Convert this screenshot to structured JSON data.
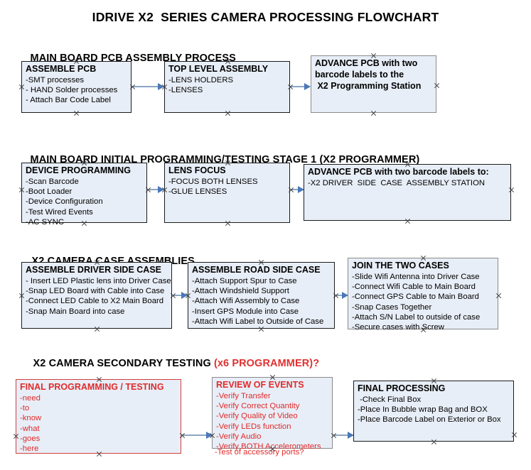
{
  "document": {
    "title": "IDRIVE X2  SERIES CAMERA PROCESSING FLOWCHART"
  },
  "sections": [
    {
      "id": "main-board-pcb-assembly",
      "heading": "MAIN BOARD PCB ASSEMBLY PROCESS",
      "heading_accent": "",
      "nodes": [
        {
          "id": "assemble-pcb",
          "title": "ASSEMBLE PCB",
          "lines": [
            "-SMT processes",
            "- HAND Solder processes",
            "- Attach Bar Code Label"
          ]
        },
        {
          "id": "top-level-assembly",
          "title": "TOP LEVEL ASSEMBLY",
          "lines": [
            "-LENS HOLDERS",
            "-LENSES"
          ]
        },
        {
          "id": "advance-pcb-to-programming-station",
          "title": "ADVANCE PCB with two",
          "lines": [
            "barcode labels to the",
            " X2 Programming Station"
          ]
        }
      ]
    },
    {
      "id": "main-board-initial-programming",
      "heading": "MAIN BOARD INITIAL PROGRAMMING/TESTING STAGE 1 (X2 PROGRAMMER)",
      "heading_accent": "",
      "nodes": [
        {
          "id": "device-programming",
          "title": "DEVICE PROGRAMMING",
          "lines": [
            "-Scan Barcode",
            "-Boot Loader",
            "-Device Configuration",
            "-Test Wired Events",
            "-AC SYNC"
          ]
        },
        {
          "id": "lens-focus",
          "title": "LENS FOCUS",
          "lines": [
            "-FOCUS BOTH LENSES",
            "-GLUE LENSES"
          ]
        },
        {
          "id": "advance-pcb-to-driver-side-case",
          "title": "ADVANCE PCB with two barcode labels to:",
          "lines": [
            "-X2 DRIVER  SIDE  CASE  ASSEMBLY STATION"
          ]
        }
      ]
    },
    {
      "id": "x2-camera-case-assemblies",
      "heading": "X2 CAMERA CASE ASSEMBLIES",
      "heading_accent": "",
      "nodes": [
        {
          "id": "assemble-driver-side-case",
          "title": "ASSEMBLE DRIVER SIDE CASE",
          "lines": [
            "- Insert LED Plastic lens into Driver Case",
            "-Snap LED Board with Cable into Case",
            "-Connect LED Cable to X2 Main Board",
            "-Snap Main Board into case"
          ]
        },
        {
          "id": "assemble-road-side-case",
          "title": "ASSEMBLE ROAD SIDE CASE",
          "lines": [
            "-Attach Support Spur to Case",
            "-Attach Windshield Support",
            "-Attach Wifi Assembly to Case",
            "-Insert GPS Module into Case",
            "-Attach Wifi Label to Outside of Case"
          ]
        },
        {
          "id": "join-the-two-cases",
          "title": "JOIN THE TWO CASES",
          "lines": [
            "-Slide Wifi Antenna into Driver Case",
            "-Connect Wifi Cable to Main Board",
            "-Connect GPS Cable to Main Board",
            "-Snap Cases Together",
            "-Attach S/N Label to outside of case",
            "-Secure cases with Screw"
          ]
        }
      ]
    },
    {
      "id": "x2-camera-secondary-testing",
      "heading": "X2 CAMERA SECONDARY TESTING ",
      "heading_accent": "(x6 PROGRAMMER)?",
      "nodes": [
        {
          "id": "final-programming-testing",
          "title": "FINAL PROGRAMMING / TESTING",
          "lines": [
            "-need",
            "-to",
            "-know",
            "-what",
            "-goes",
            "-here"
          ]
        },
        {
          "id": "review-of-events",
          "title": "REVIEW OF EVENTS",
          "lines": [
            "-Verify Transfer",
            "-Verify Correct Quantity",
            "-Verify Quality of Video",
            "-Verify LEDs function",
            "-Verify Audio",
            "-Verify BOTH Accelerometers"
          ],
          "overflow_line": "-Test of accessory ports?"
        },
        {
          "id": "final-processing",
          "title": "FINAL PROCESSING",
          "lines": [
            " -Check Final Box",
            "-Place In Bubble wrap Bag and BOX",
            "-Place Barcode Label on Exterior or Box"
          ]
        }
      ]
    }
  ],
  "colors": {
    "node_fill": "#e8eef7",
    "node_border_gray": "#8a8a8a",
    "node_border_dark": "#1b1b1b",
    "node_border_red": "#d04040",
    "text_red": "#e02b2b",
    "connector": "#8aa6c4",
    "arrowhead": "#4a78b8",
    "background": "#ffffff"
  }
}
